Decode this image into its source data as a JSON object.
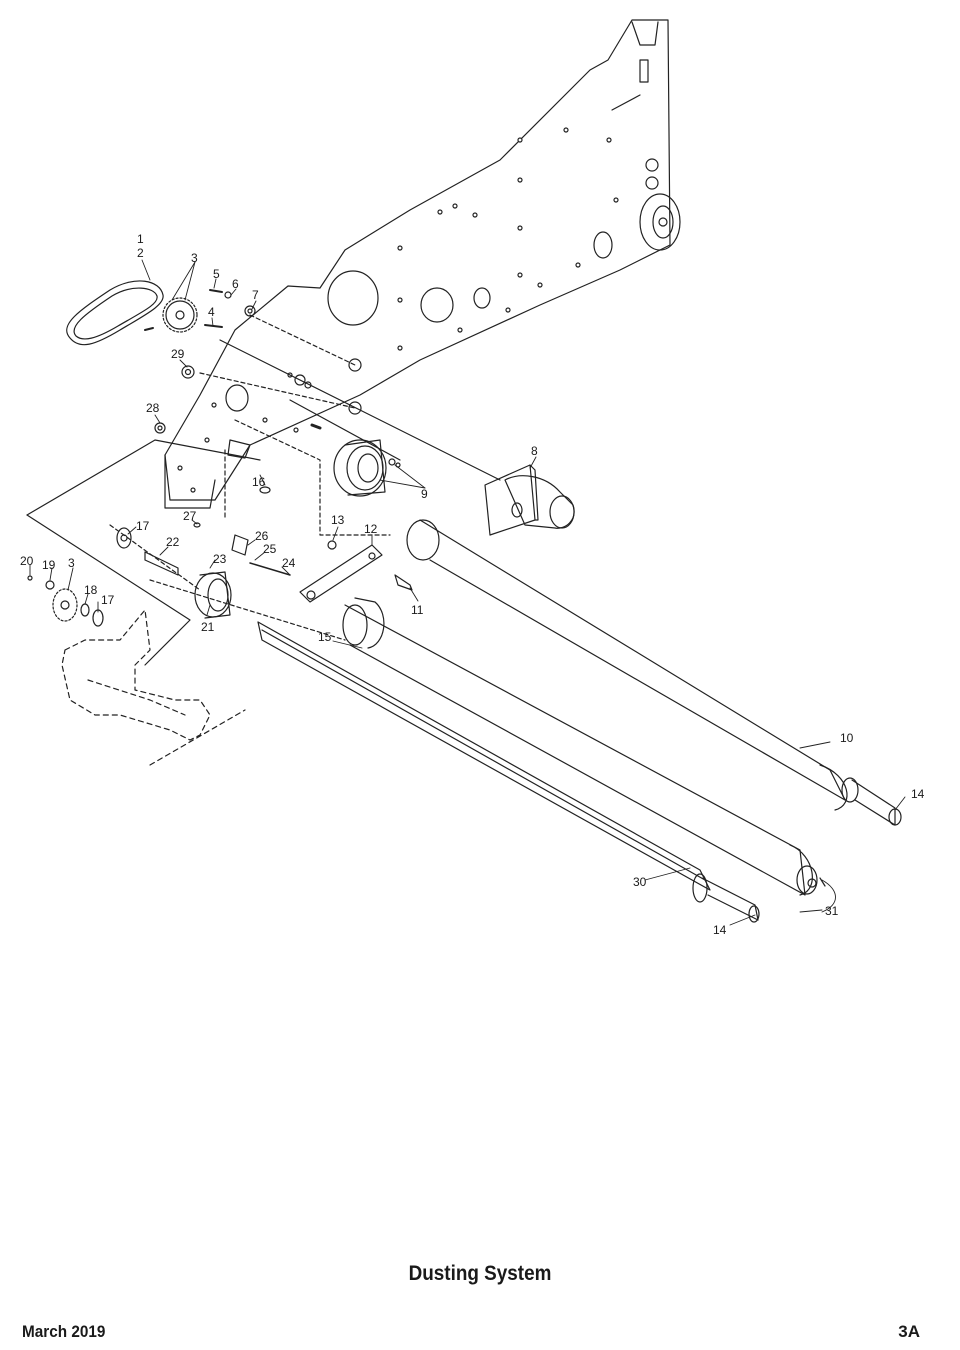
{
  "title": "Dusting System",
  "footer": {
    "date": "March 2019",
    "page": "3A"
  },
  "callouts": {
    "c1": "1",
    "c2": "2",
    "c3a": "3",
    "c3b": "3",
    "c4": "4",
    "c5": "5",
    "c6": "6",
    "c7": "7",
    "c8": "8",
    "c9": "9",
    "c10": "10",
    "c11": "11",
    "c12": "12",
    "c13": "13",
    "c14a": "14",
    "c14b": "14",
    "c15": "15",
    "c16": "16",
    "c17a": "17",
    "c17b": "17",
    "c18": "18",
    "c19": "19",
    "c20": "20",
    "c21": "21",
    "c22": "22",
    "c23": "23",
    "c24": "24",
    "c25": "25",
    "c26": "26",
    "c27": "27",
    "c28": "28",
    "c29": "29",
    "c30": "30",
    "c31": "31"
  }
}
